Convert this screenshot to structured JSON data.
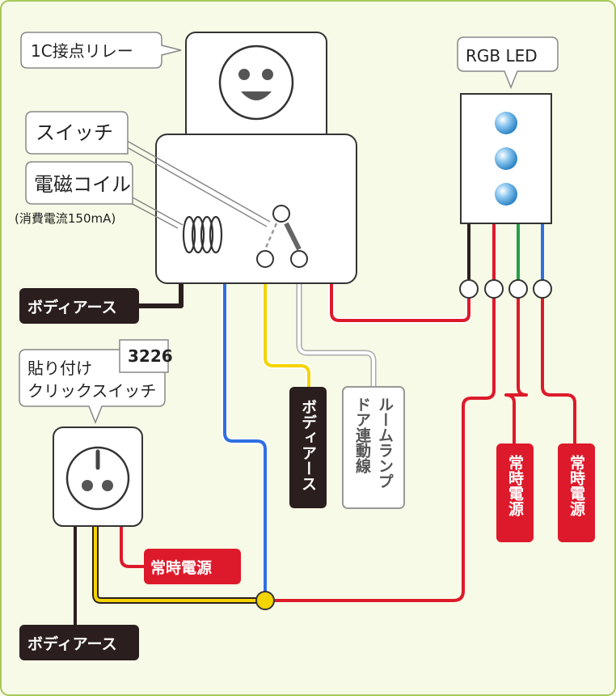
{
  "labels": {
    "relay": "1C接点リレー",
    "switch": "スイッチ",
    "coil": "電磁コイル",
    "coil_note": "(消費電流150mA)",
    "rgb_led": "RGB LED",
    "body_earth": "ボディアース",
    "click_switch_line1": "貼り付け",
    "click_switch_line2": "クリックスイッチ",
    "part_number": "3226",
    "always_power": "常時電源",
    "room_lamp_line1": "ルームランプ",
    "room_lamp_line2": "ドア連動線"
  },
  "colors": {
    "red": "#dd1a2b",
    "black": "#2b1e1e",
    "yellow": "#f4d400",
    "blue": "#2f6fe0",
    "green": "#22a14a",
    "gray": "#aaaaaa",
    "border": "#a6c85a"
  },
  "icons": {
    "relay_face": "smiley-face-icon",
    "switch_face": "power-button-face-icon",
    "leds": "led-bulb-icon"
  }
}
